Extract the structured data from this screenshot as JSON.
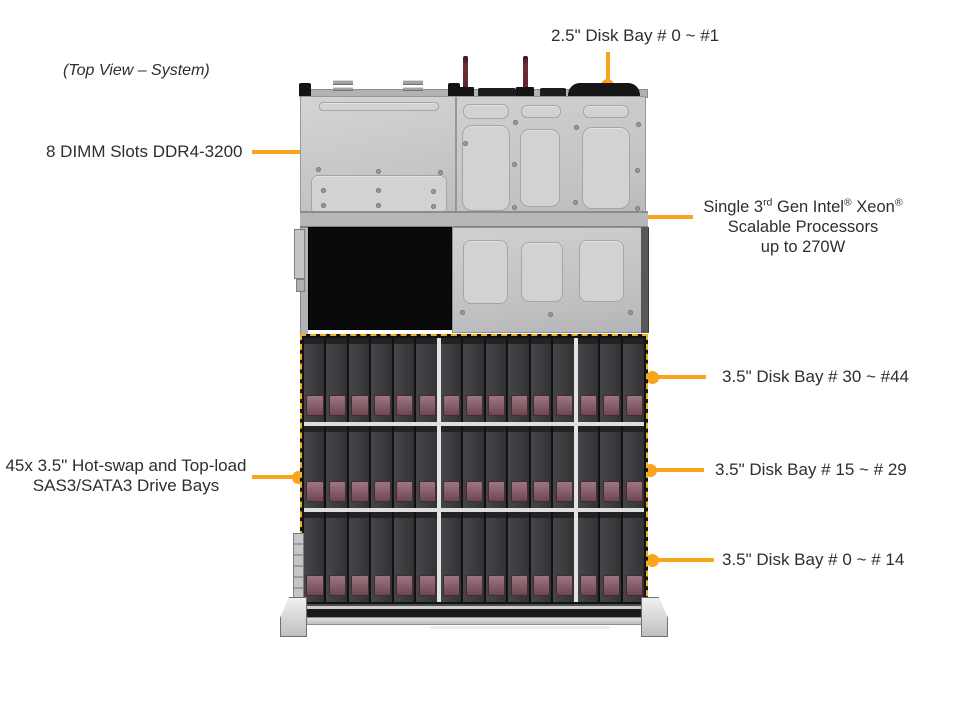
{
  "title": "(Top View – System)",
  "accent_color": "#F9A51B",
  "labels": {
    "disk_bay_25": "2.5\" Disk Bay # 0 ~ #1",
    "dimm": "8 DIMM Slots DDR4-3200",
    "cpu": {
      "p1": "Single 3",
      "sup": "rd",
      "p2": " Gen Intel",
      "r1": "®",
      "p3": " Xeon",
      "r2": "®",
      "line2": "Scalable Processors",
      "line3": "up to 270W"
    },
    "disk_bay_30_44": "3.5\" Disk Bay # 30 ~ #44",
    "disk_bay_15_29": "3.5\" Disk Bay # 15 ~ # 29",
    "disk_bay_0_14": "3.5\" Disk Bay # 0 ~ # 14",
    "hotswap_line1": "45x 3.5\" Hot-swap and Top-load",
    "hotswap_line2": "SAS3/SATA3 Drive Bays"
  },
  "figure": {
    "drive_rows": 3,
    "drive_groups_per_row": [
      6,
      6,
      3
    ],
    "total_drive_bays": 45,
    "colors": {
      "chassis_metal": "#c8c8ca",
      "drive_body": "#3d3d3f",
      "drive_latch": "#8b6470",
      "shroud_black": "#0a0a0a",
      "callout": "#F9A51B"
    }
  }
}
